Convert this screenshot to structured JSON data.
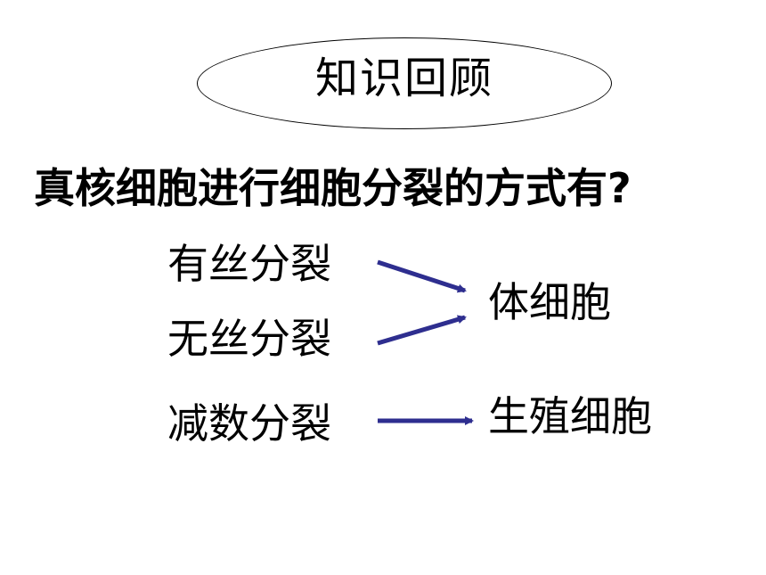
{
  "title": "知识回顾",
  "question": "真核细胞进行细胞分裂的方式有?",
  "methods": {
    "amitosis_label": "有丝分裂",
    "mitosis_label": "无丝分裂",
    "meiosis_label": "减数分裂"
  },
  "targets": {
    "somatic_label": "体细胞",
    "germ_label": "生殖细胞"
  },
  "colors": {
    "arrow": "#2e2e8f",
    "text": "#000000"
  }
}
